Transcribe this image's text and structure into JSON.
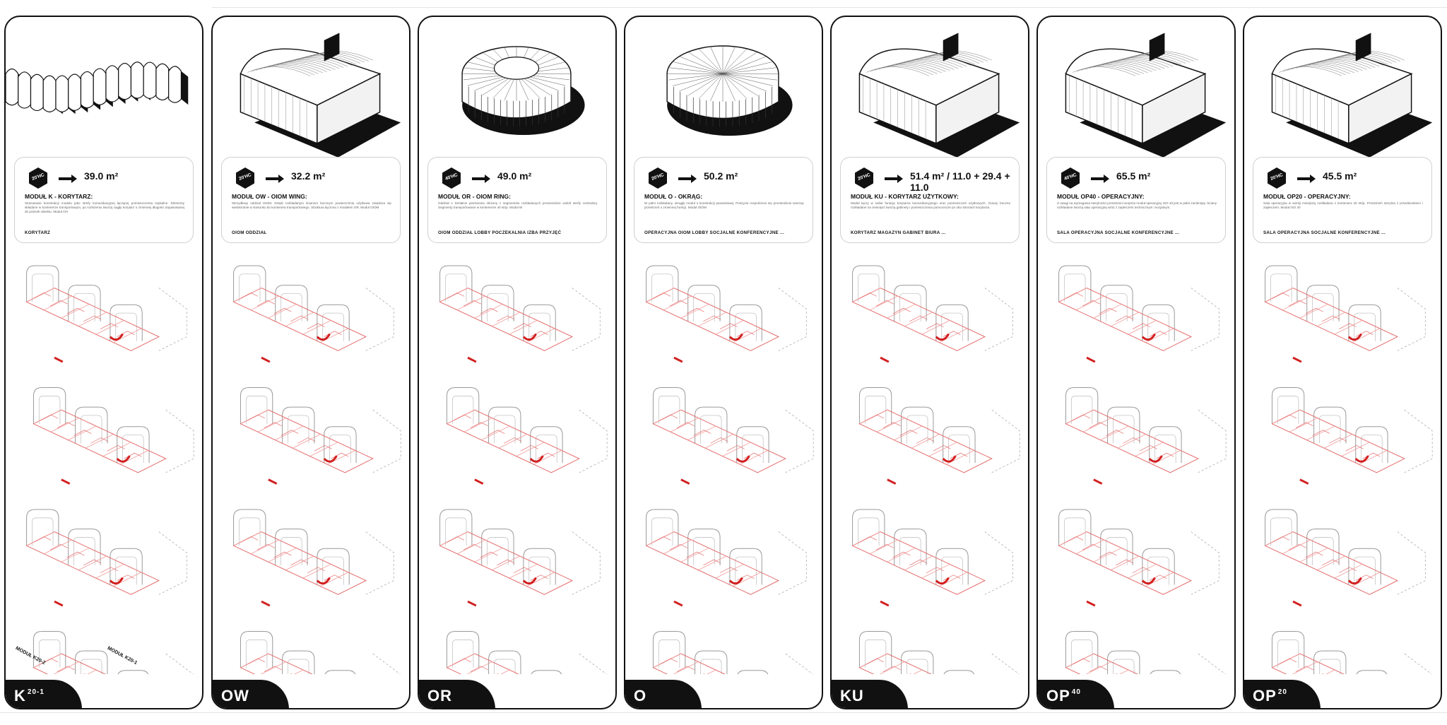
{
  "panels": [
    {
      "key": "K",
      "badge": "20'HC",
      "area": "39.0 m²",
      "title": "MODUŁ K - KORYTARZ:",
      "desc": "Stosowanie konstrukcji modułu jako strefy komunikacyjnej łączącej pomieszczenia szpitalne. Elementy składane w kontenerze transportowym, po rozłożeniu tworzą ciągły korytarz o zmiennej długości dopasowanej do potrzeb obiektu. Moduł OH",
      "tags": "KORYTARZ",
      "tab_main": "K",
      "tab_sup": "20-1",
      "sublabels": [
        "MODUŁ K20-2",
        "MODUŁ K20-1"
      ]
    },
    {
      "key": "OW",
      "badge": "20'HC",
      "area": "32.2 m²",
      "title": "MODUŁ OW - OIOM WING:",
      "desc": "Skrzydłowy oddział OIOM. Dzięki rozkładanym ścianom bocznym powierzchnia użytkowa zwiększa się wielokrotnie w stosunku do kontenera transportowego. Struktura łączona z modułem OR. Moduł OIOM",
      "tags": "OIOM  ODDZIAŁ",
      "tab_main": "OW",
      "tab_sup": ""
    },
    {
      "key": "OR",
      "badge": "40'HC",
      "area": "49.0 m²",
      "title": "MODUŁ OR - OIOM RING:",
      "desc": "Oddział o kształcie pierścienia złożony z segmentów rozkładanych promieniście wokół strefy centralnej. Segmenty transportowane w kontenerze 40 stóp. Moduł W",
      "tags": "OIOM  ODDZIAŁ  LOBBY  POCZEKALNIA  IZBA PRZYJĘĆ",
      "tab_main": "OR",
      "tab_sup": ""
    },
    {
      "key": "O",
      "badge": "20'HC",
      "area": "50.2 m²",
      "title": "MODUŁ O - OKRĄG:",
      "desc": "W pełni rozkładany, okrągły moduł o konstrukcji parasolowej. Poszycie rozpościera się promieniście tworząc przestrzeń o zmiennej funkcji. Moduł OIOM",
      "tags": "OPERACYJNA  OIOM  LOBBY  SOCJALNE  KONFERENCYJNE  ...",
      "tab_main": "O",
      "tab_sup": ""
    },
    {
      "key": "KU",
      "badge": "20'HC",
      "area": "51.4 m² / 11.0 + 29.4 + 11.0",
      "title": "MODUŁ KU - KORYTARZ UŻYTKOWY:",
      "desc": "Moduł łączy w sobie funkcję korytarza komunikacyjnego oraz pomieszczeń użytkowych. Ściany boczne rozkładane na zewnątrz tworzą gabinety i pomieszczenia pomocnicze po obu stronach korytarza.",
      "tags": "KORYTARZ  MAGAZYN  GABINET  BIURA  ...",
      "tab_main": "KU",
      "tab_sup": ""
    },
    {
      "key": "OP40",
      "badge": "40'HC",
      "area": "65.5 m²",
      "title": "MODUŁ OP40 - OPERACYJNY:",
      "desc": "Z uwagi na wymagania sterylności przestrzeni wnętrza moduł operacyjny ISO 40 jest w pełni zamknięty. Ściany rozkładane tworzą salę operacyjną wraz z zapleczem technicznym i socjalnym.",
      "tags": "SALA OPERACYJNA  SOCJALNE  KONFERENCYJNE  ...",
      "tab_main": "OP",
      "tab_sup": "40"
    },
    {
      "key": "OP20",
      "badge": "20'HC",
      "area": "45.5 m²",
      "title": "MODUŁ OP20 - OPERACYJNY:",
      "desc": "Sala operacyjna w wersji mniejszej rozkładana z kontenera 20 stóp. Przestrzeń sterylna z przedsionkiem i zapleczem. Moduł ISO 20",
      "tags": "SALA OPERACYJNA  SOCJALNE  KONFERENCYJNE  ...",
      "tab_main": "OP",
      "tab_sup": "20"
    }
  ]
}
